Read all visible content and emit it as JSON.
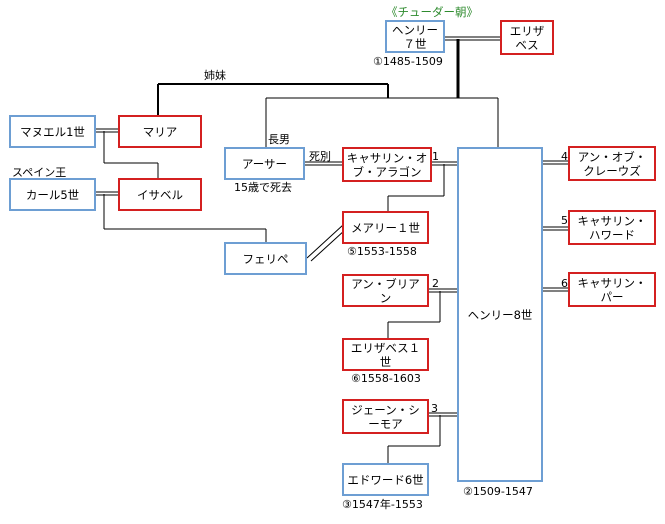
{
  "dynasty_label": "《チューダー朝》",
  "people": {
    "henry7": "ヘンリー７世",
    "elizabeth_york": "エリザベス",
    "manuel1": "マヌエル1世",
    "maria": "マリア",
    "carlos5": "カール5世",
    "isabel": "イサベル",
    "arthur": "アーサー",
    "catherine_aragon": "キャサリン・オブ・アラゴン",
    "henry8": "ヘンリー8世",
    "anne_cleves": "アン・オブ・クレーウズ",
    "mary1": "メアリー１世",
    "catherine_howard": "キャサリン・ハワード",
    "felipe": "フェリペ",
    "anne_boleyn": "アン・ブリアン",
    "catherine_parr": "キャサリン・パー",
    "elizabeth1": "エリザベス１世",
    "jane_seymour": "ジェーン・シーモア",
    "edward6": "エドワード6世"
  },
  "reigns": {
    "henry7": "①1485-1509",
    "henry8": "②1509-1547",
    "edward6": "③1547年-1553",
    "mary1": "⑤1553-1558",
    "elizabeth1": "⑥1558-1603"
  },
  "labels": {
    "sisters": "姉妹",
    "eldest_son": "長男",
    "bereaved": "死別",
    "died_at_15": "15歳で死去",
    "spain_king": "スペイン王"
  },
  "marriage_numbers": {
    "catherine_aragon": "1",
    "anne_boleyn": "2",
    "jane_seymour": "3",
    "anne_cleves": "4",
    "catherine_howard": "5",
    "catherine_parr": "6"
  },
  "colors": {
    "male_border": "#6d9ed3",
    "female_border": "#d42020",
    "dynasty_text": "#2e8b2e",
    "line": "#000000"
  }
}
